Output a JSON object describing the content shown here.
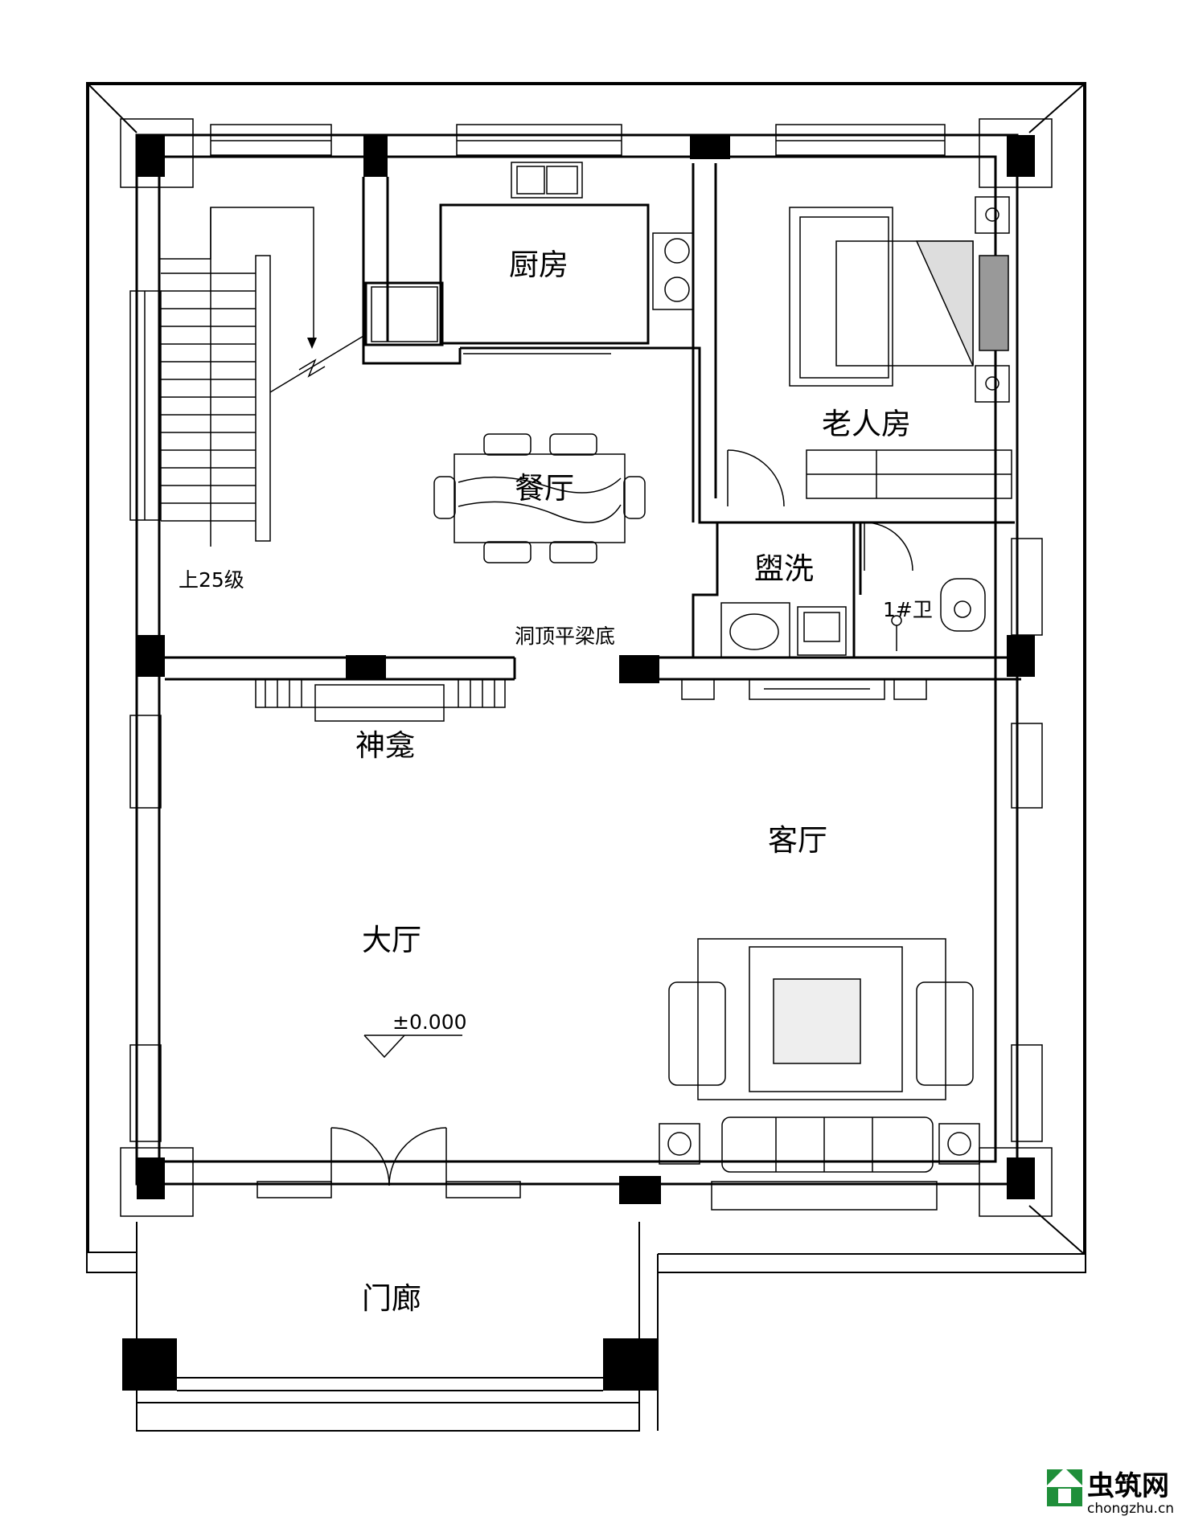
{
  "colors": {
    "line": "#000000",
    "paper": "#ffffff",
    "watermark_icon": "#1f8f3a"
  },
  "rooms": {
    "kitchen": "厨房",
    "elderly_room": "老人房",
    "dining": "餐厅",
    "washroom": "盥洗",
    "bathroom": "1#卫",
    "shrine": "神龛",
    "living_room": "客厅",
    "main_hall": "大厅",
    "porch": "门廊"
  },
  "notes": {
    "stairs": "上25级",
    "beam": "洞顶平梁底",
    "elevation": "±0.000"
  },
  "watermark": {
    "name": "虫筑网",
    "url": "chongzhu.cn",
    "icon": "house-icon"
  }
}
